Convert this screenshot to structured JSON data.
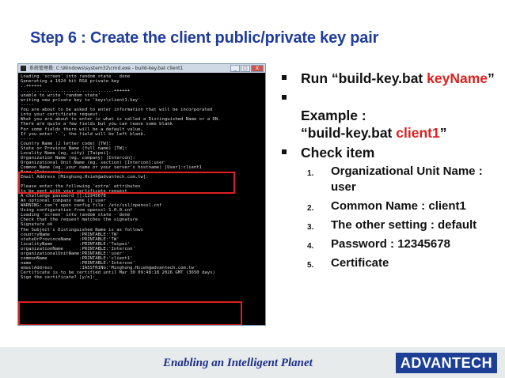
{
  "title": "Step 6 : Create the client public/private key pair",
  "console": {
    "window_title": "系統管理員: C:\\Windows\\system32\\cmd.exe - build-key.bat client1",
    "controls": [
      "_",
      "□",
      "X"
    ],
    "lines": [
      "Loading 'screen' into random state - done",
      "Generating a 1024 bit RSA private key",
      "..++++++",
      "...................................++++++",
      "unable to write 'random state'",
      "writing new private key to 'keys\\client1.key'",
      "-----",
      "You are about to be asked to enter information that will be incorporated",
      "into your certificate request.",
      "What you are about to enter is what is called a Distinguished Name or a DN.",
      "There are quite a few fields but you can leave some blank",
      "For some fields there will be a default value,",
      "If you enter '.', the field will be left blank.",
      "-----",
      "Country Name (2 letter code) [TW]:",
      "State or Province Name (full name) [TW]:",
      "Locality Name (eg, city) [Taipei]:",
      "Organization Name (eg, company) [Intercon]:",
      "Organizational Unit Name (eg, section) [Intercon]:user",
      "Common Name (eg, your name or your server's hostname) [User]:client1",
      "Name [Intercon]:",
      "Email Address [Minghong.Hsieh@advantech.com.tw]:",
      "",
      "Please enter the following 'extra' attributes",
      "to be sent with your certificate request",
      "A challenge password []:12345678",
      "An optional company name []:user",
      "WARNING: can't open config file: /etc/ssl/openssl.cnf",
      "Using configuration from openssl-1.0.0.cnf",
      "Loading 'screen' into random state - done",
      "Check that the request matches the signature",
      "Signature ok",
      "The Subject's Distinguished Name is as follows",
      "countryName           :PRINTABLE:'TW'",
      "stateOrProvinceName   :PRINTABLE:'TW'",
      "localityName          :PRINTABLE:'Taipei'",
      "organizationName      :PRINTABLE:'Intercon'",
      "organizationalUnitName:PRINTABLE:'user'",
      "commonName            :PRINTABLE:'client1'",
      "name                  :PRINTABLE:'Intercon'",
      "emailAddress          :IA5STRING:'Minghong.Hsieh@advantech.com.tw'",
      "Certificate is to be certified until Mar 30 09:48:18 2026 GMT (3650 days)",
      "Sign the certificate? [y/n]:_"
    ]
  },
  "bullets": [
    {
      "pre": "Run “build-key.bat ",
      "red": "keyName",
      "post": "”"
    },
    {
      "pre": "Example :\n“build-key.bat ",
      "red": "client1",
      "post": "”"
    },
    {
      "pre": "Check item",
      "red": "",
      "post": ""
    }
  ],
  "check_items": [
    {
      "num": "1.",
      "text": "Organizational Unit Name : user"
    },
    {
      "num": "2.",
      "text": "Common Name : client1"
    },
    {
      "num": "3.",
      "text": "The other setting : default"
    },
    {
      "num": "4.",
      "text": "Password : 12345678"
    },
    {
      "num": "5.",
      "text": "Certificate"
    }
  ],
  "footer": {
    "tagline": "Enabling an Intelligent Planet",
    "logo": "ADVANTECH"
  },
  "colors": {
    "title": "#1f3d9c",
    "highlight": "#e02020",
    "footer_band": "#e8ebec",
    "logo_bg": "#1d3f95"
  }
}
